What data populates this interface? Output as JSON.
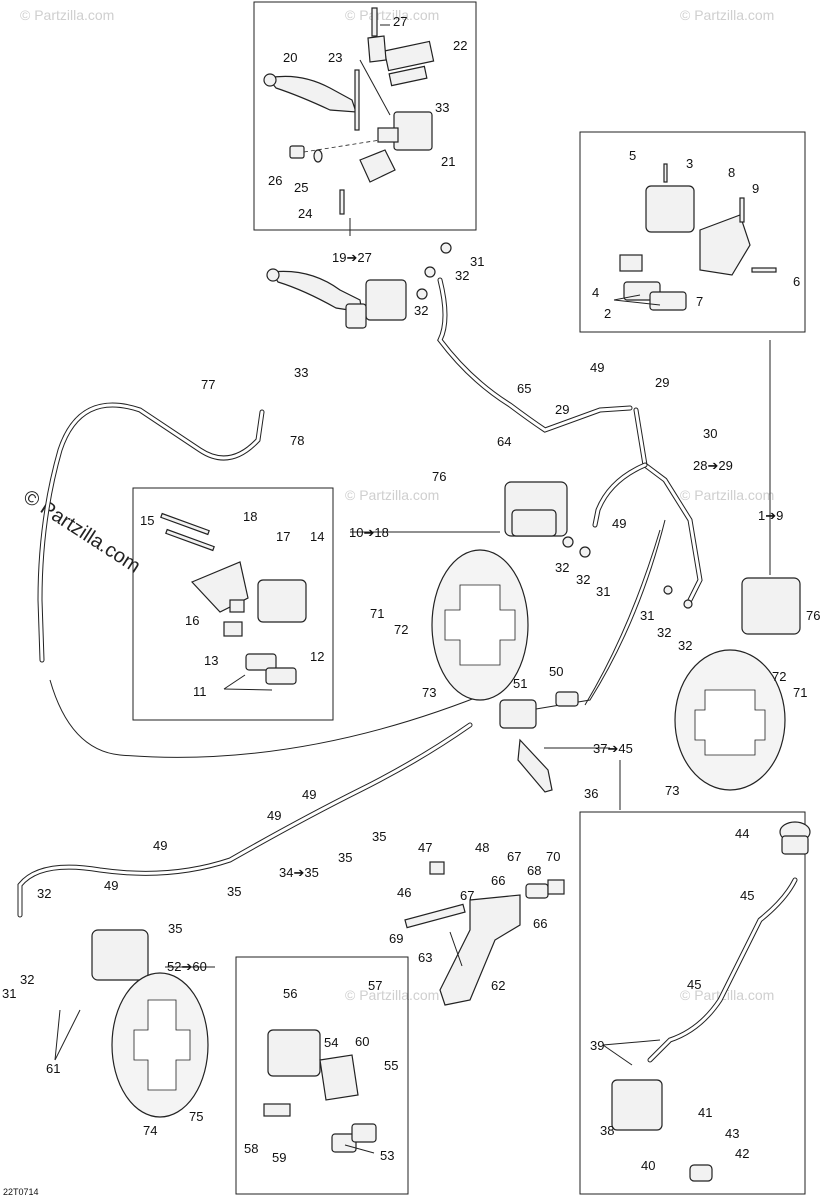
{
  "watermark": "© Partzilla.com",
  "diagram_code": "22T0714",
  "labels": {
    "l27": "27",
    "l22": "22",
    "l20": "20",
    "l23": "23",
    "l33a": "33",
    "l21": "21",
    "l26": "26",
    "l25": "25",
    "l24": "24",
    "l19": "19➔27",
    "l31a": "31",
    "l32a": "32",
    "l32b": "32",
    "l5": "5",
    "l3": "3",
    "l8": "8",
    "l9": "9",
    "l4": "4",
    "l2": "2",
    "l7": "7",
    "l6": "6",
    "l77": "77",
    "l33b": "33",
    "l78": "78",
    "l49a": "49",
    "l29a": "29",
    "l65": "65",
    "l29b": "29",
    "l64": "64",
    "l30": "30",
    "l28": "28➔29",
    "l76a": "76",
    "l15": "15",
    "l18": "18",
    "l17": "17",
    "l14": "14",
    "l16": "16",
    "l13": "13",
    "l11": "11",
    "l12": "12",
    "l10": "10➔18",
    "l49b": "49",
    "l1": "1➔9",
    "l32c": "32",
    "l32d": "32",
    "l31b": "31",
    "l71a": "71",
    "l72a": "72",
    "l73a": "73",
    "l31c": "31",
    "l32e": "32",
    "l32f": "32",
    "l76b": "76",
    "l50": "50",
    "l51": "51",
    "l72b": "72",
    "l71b": "71",
    "l73b": "73",
    "l37": "37➔45",
    "l36": "36",
    "l49c": "49",
    "l49d": "49",
    "l35a": "35",
    "l35b": "35",
    "l49e": "49",
    "l49f": "49",
    "l34": "34➔35",
    "l35c": "35",
    "l35d": "35",
    "l47": "47",
    "l48": "48",
    "l66a": "66",
    "l67a": "67",
    "l68": "68",
    "l70": "70",
    "l46": "46",
    "l67b": "67",
    "l66b": "66",
    "l32g": "32",
    "l32h": "32",
    "l31d": "31",
    "l52": "52➔60",
    "l69": "69",
    "l63": "63",
    "l62": "62",
    "l56": "56",
    "l57": "57",
    "l54": "54",
    "l60": "60",
    "l55": "55",
    "l58": "58",
    "l59": "59",
    "l53": "53",
    "l61": "61",
    "l74": "74",
    "l75": "75",
    "l44": "44",
    "l45a": "45",
    "l45b": "45",
    "l39": "39",
    "l38": "38",
    "l41": "41",
    "l43": "43",
    "l40": "40",
    "l42": "42"
  }
}
